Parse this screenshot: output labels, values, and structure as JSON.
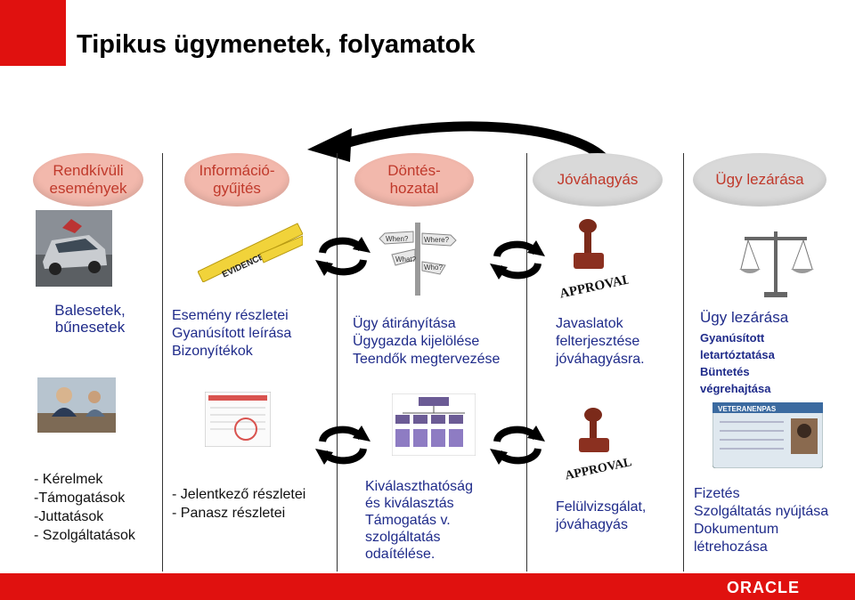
{
  "title": "Tipikus ügymenetek, folyamatok",
  "stages": [
    {
      "label": "Rendkívüli\nesemények"
    },
    {
      "label": "Információ-\ngyűjtés"
    },
    {
      "label": "Döntés-\nhozatal"
    },
    {
      "label": "Jóváhagyás"
    },
    {
      "label": "Ügy lezárása"
    }
  ],
  "upper": {
    "col1": "Balesetek,\nbűnesetek",
    "col2": "Esemény részletei\nGyanúsított leírása\nBizonyítékok",
    "col3": "Ügy átirányítása\nÜgygazda kijelölése\nTeendők megtervezése",
    "col4": "Javaslatok\nfelterjesztése\njóváhagyásra.",
    "col5_title": "Ügy lezárása",
    "col5_sub": "Gyanúsított\nletartóztatása\n Büntetés\nvégrehajtása"
  },
  "lower": {
    "col1": "- Kérelmek\n-Támogatások\n-Juttatások\n- Szolgáltatások",
    "col2": "- Jelentkező részletei\n- Panasz részletei",
    "col3": "Kiválaszthatóság\nés kiválasztás\nTámogatás v.\nszolgáltatás\nodaítélése.",
    "col4": "Felülvizsgálat,\njóváhagyás",
    "col5": "Fizetés\nSzolgáltatás nyújtása\nDokumentum\nlétrehozása"
  },
  "images": {
    "tape1": "EVIDENCE",
    "sign": [
      "When?",
      "Where?",
      "What?",
      "Who?"
    ],
    "stamp": "APPROVAL",
    "card_header": "VETERANENPAS"
  },
  "footer": {
    "logo": "ORACLE"
  },
  "colors": {
    "accent_red": "#e0110f",
    "stage_red": "#f2b8ac",
    "stage_grey": "#d9d9d9",
    "text_red": "#c0392b",
    "text_blue": "#1f2b8a"
  },
  "icons": [
    "red-square-icon",
    "curved-back-arrow-icon",
    "cycle-arrows-icon",
    "crashed-car-photo-icon",
    "evidence-tape-icon",
    "signpost-icon",
    "approval-stamp-icon",
    "scales-icon",
    "office-people-photo-icon",
    "form-document-icon",
    "flowchart-icon",
    "id-card-icon"
  ]
}
